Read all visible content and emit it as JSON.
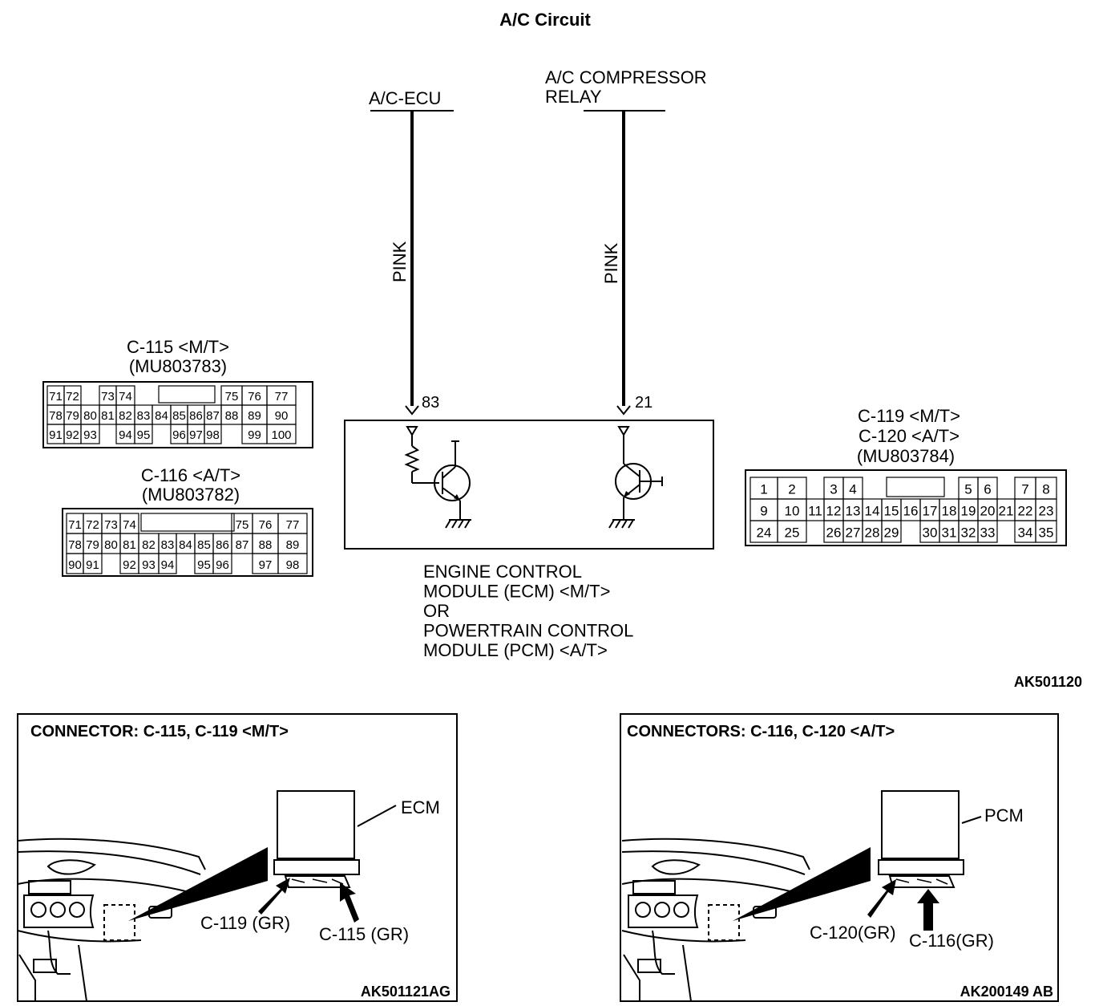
{
  "title": "A/C Circuit",
  "source_top": {
    "label": "A/C-ECU"
  },
  "relay_top": {
    "line1": "A/C COMPRESSOR",
    "line2": "RELAY"
  },
  "wires": [
    {
      "color_label": "PINK",
      "terminal": "83"
    },
    {
      "color_label": "PINK",
      "terminal": "21"
    }
  ],
  "module_label": [
    "ENGINE CONTROL",
    "MODULE (ECM) <M/T>",
    "OR",
    "POWERTRAIN CONTROL",
    "MODULE (PCM) <A/T>"
  ],
  "diagram_code": "AK501120",
  "connector_c115": {
    "title1": "C-115 <M/T>",
    "title2": "(MU803783)",
    "rows": [
      [
        "71",
        "72",
        "",
        "73",
        "74",
        "",
        "",
        "",
        "",
        "",
        "75",
        "76",
        "77"
      ],
      [
        "78",
        "79",
        "80",
        "81",
        "82",
        "83",
        "84",
        "85",
        "86",
        "87",
        "88",
        "89",
        "90"
      ],
      [
        "91",
        "92",
        "93",
        "",
        "94",
        "95",
        "",
        "96",
        "97",
        "98",
        "",
        "99",
        "100"
      ]
    ]
  },
  "connector_c116": {
    "title1": "C-116 <A/T>",
    "title2": "(MU803782)",
    "rows": [
      [
        "71",
        "72",
        "73",
        "74",
        "",
        "",
        "",
        "",
        "",
        "75",
        "76",
        "77"
      ],
      [
        "78",
        "79",
        "80",
        "81",
        "82",
        "83",
        "84",
        "85",
        "86",
        "87",
        "88",
        "89"
      ],
      [
        "90",
        "91",
        "",
        "92",
        "93",
        "94",
        "",
        "95",
        "96",
        "",
        "97",
        "98"
      ]
    ]
  },
  "connector_c119_120": {
    "title1": "C-119 <M/T>",
    "title2": "C-120 <A/T>",
    "title3": "(MU803784)",
    "rows": [
      [
        "1",
        "2",
        "",
        "3",
        "4",
        "",
        "",
        "",
        "",
        "",
        "5",
        "6",
        "",
        "7",
        "8"
      ],
      [
        "9",
        "10",
        "11",
        "12",
        "13",
        "14",
        "15",
        "16",
        "17",
        "18",
        "19",
        "20",
        "21",
        "22",
        "23"
      ],
      [
        "24",
        "25",
        "",
        "26",
        "27",
        "28",
        "29",
        "",
        "30",
        "31",
        "32",
        "33",
        "",
        "34",
        "35"
      ]
    ]
  },
  "panel_left": {
    "title": "CONNECTOR: C-115, C-119 <M/T>",
    "module": "ECM",
    "callout_a": "C-119 (GR)",
    "callout_b": "C-115 (GR)",
    "code": "AK501121AG"
  },
  "panel_right": {
    "title": "CONNECTORS: C-116, C-120 <A/T>",
    "module": "PCM",
    "callout_a": "C-120(GR)",
    "callout_b": "C-116(GR)",
    "code": "AK200149 AB"
  }
}
